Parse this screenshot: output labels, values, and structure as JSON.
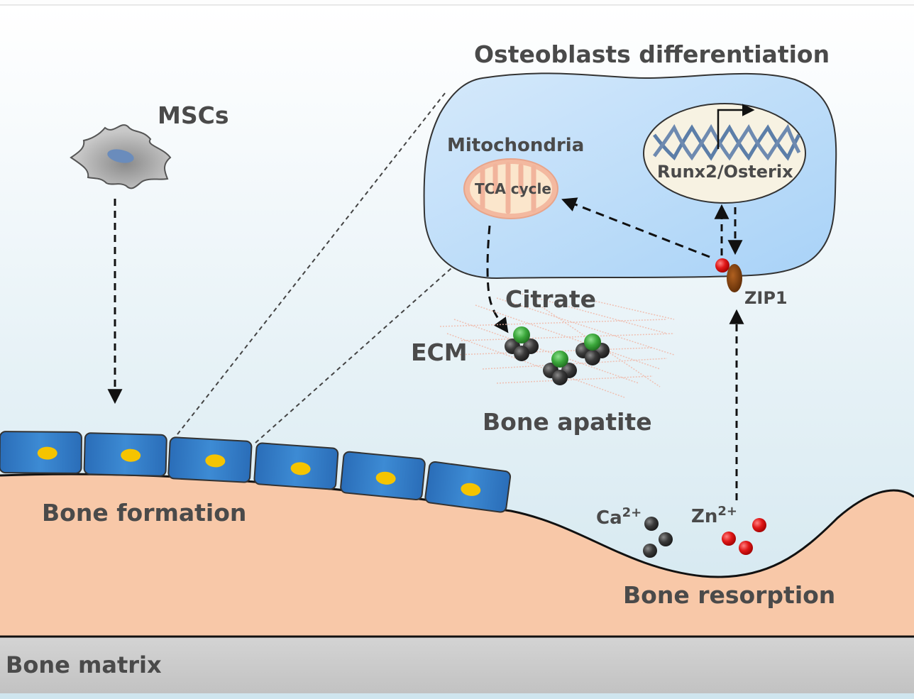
{
  "title": "Osteoblasts differentiation",
  "labels": {
    "mscs": "MSCs",
    "mitochondria": "Mitochondria",
    "tca_cycle": "TCA cycle",
    "runx2_osterix": "Runx2/Osterix",
    "zip1": "ZIP1",
    "citrate": "Citrate",
    "ecm": "ECM",
    "bone_apatite": "Bone apatite",
    "bone_formation": "Bone formation",
    "bone_resorption": "Bone resorption",
    "bone_matrix": "Bone matrix",
    "ca_base": "Ca",
    "ca_charge": "2+",
    "zn_base": "Zn",
    "zn_charge": "2+"
  },
  "colors": {
    "cell_fill": "#bcdcf7",
    "osteoblast": "#2f7bc7",
    "nucleus_yellow": "#f5c400",
    "bone": "#f8c8a8",
    "matrix": "#c8c8c8",
    "zinc": "#e02020",
    "calcium": "#333333",
    "citrate_green": "#3ca83c",
    "mito_fill": "#f3b9a0",
    "zip1": "#7a3a08",
    "text": "#4a4a4a"
  }
}
